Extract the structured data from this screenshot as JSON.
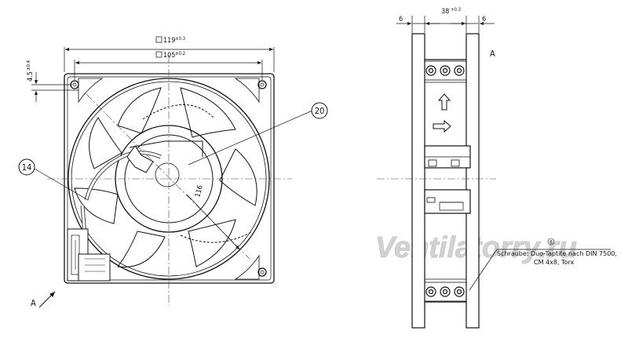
{
  "front_view": {
    "dim_outer": "119",
    "dim_outer_tol": "±0.3",
    "dim_inner": "105",
    "dim_inner_tol": "±0.2",
    "dim_margin": "4.5",
    "dim_margin_tol": "±0.4",
    "balloon_20": "20",
    "balloon_14": "14",
    "dim_diag": "116",
    "view_marker": "A"
  },
  "side_view": {
    "dim_left": "6",
    "dim_width": "38",
    "dim_width_tol": "+0.3",
    "dim_right": "6",
    "view_marker": "A",
    "note_ref": "6",
    "note_line1": "Schraube: Duo-Taptite nach DIN 7500,",
    "note_line2": "CM 4x8, Torx"
  },
  "watermark": "Ventilatorry.ru",
  "colors": {
    "line": "#111111",
    "watermark": "#c8c8c8"
  }
}
